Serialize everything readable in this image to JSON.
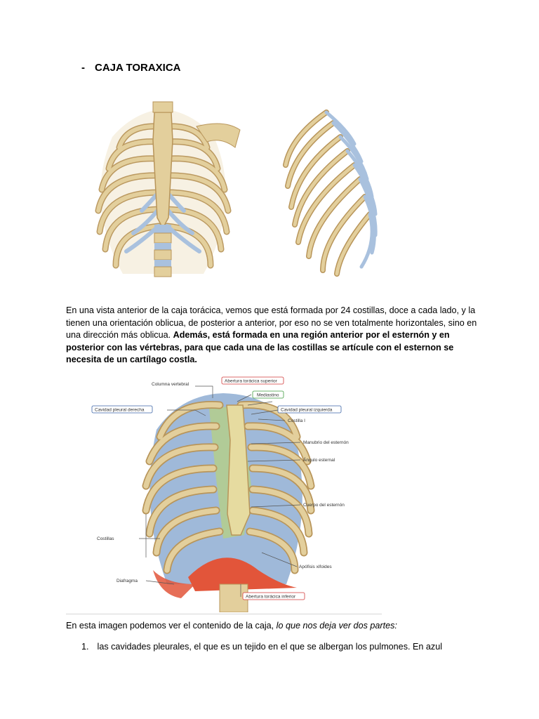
{
  "heading": {
    "bullet": "-",
    "title": "CAJA TORAXICA"
  },
  "paragraph1": {
    "normal": "En una vista anterior de la caja torácica, vemos que está formada por 24 costillas, doce a cada lado, y la tienen una orientación oblicua, de posterior a anterior, por eso no se ven totalmente horizontales, sino en una dirección más oblicua. ",
    "bold": "Además, está formada en una región anterior por el esternón y en posterior con las vértebras, para que cada una de las costillas se artícule con el esternon se necesita de un cartílago costla."
  },
  "figure_labels": {
    "columna": "Columna vertebral",
    "abertura_sup": "Abertura torácica superior",
    "mediastino": "Mediastino",
    "cav_der": "Cavidad pleural derecha",
    "cav_izq": "Cavidad pleural izquierda",
    "costilla1": "Costilla I",
    "manubrio": "Manubrio del esternón",
    "angulo": "Ángulo esternal",
    "cuerpo": "Cuerpo del esternón",
    "costillas": "Costillas",
    "apofisis": "Apófisis xifoides",
    "diafragma": "Diafragma",
    "abertura_inf": "Abertura torácica inferior"
  },
  "colors": {
    "bone": "#e3cf9c",
    "bone_edge": "#b8955a",
    "cartilage": "#a9c1de",
    "pleura": "#9fb9d9",
    "mediastinum": "#b5cf86",
    "diaphragm": "#e2553a",
    "label_red": "#d23a3a",
    "label_green": "#3e9b3e",
    "label_blue": "#3b64a6"
  },
  "paragraph2": {
    "normal": "En esta imagen podemos ver el contenido de la caja, ",
    "italic": "lo que nos deja ver dos partes:"
  },
  "list": [
    {
      "number": "1.",
      "text": "las cavidades pleurales, el que es un tejido en el que se albergan los pulmones. En azul"
    }
  ]
}
